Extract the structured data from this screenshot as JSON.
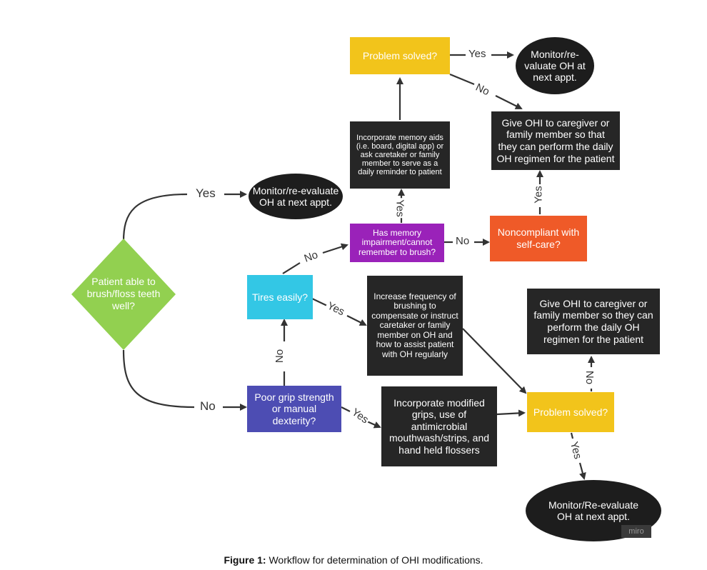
{
  "nodes": {
    "start": "Patient able to brush/floss teeth well?",
    "monitor_top_left": "Monitor/re-evaluate OH at next appt.",
    "problem_solved_top": "Problem solved?",
    "monitor_top_right": "Monitor/re-valuate OH at next appt.",
    "memory_aids": "Incorporate memory aids (i.e. board, digital app) or ask caretaker or family member to serve as a daily reminder to patient",
    "ohi_caregiver_top": "Give OHI to caregiver or family member so that they can perform the daily OH regimen for the patient",
    "memory_impairment": "Has memory impairment/cannot remember to brush?",
    "noncompliant": "Noncompliant with self-care?",
    "tires_easily": "Tires easily?",
    "increase_frequency": "Increase frequency of brushing to compensate or instruct caretaker or family member on OH and how to assist patient with OH regularly",
    "ohi_caregiver_right": "Give OHI to caregiver or family member so they can perform the daily OH regimen for the patient",
    "poor_grip": "Poor grip strength or manual dexterity?",
    "modified_grips": "Incorporate modified grips, use of antimicrobial mouthwash/strips, and hand held flossers",
    "problem_solved_bottom": "Problem solved?",
    "monitor_bottom": "Monitor/Re-evaluate OH at next appt."
  },
  "labels": {
    "yes": "Yes",
    "no": "No"
  },
  "watermark": "miro",
  "caption": {
    "prefix": "Figure 1:",
    "text": "Workflow for determination of OHI modifications."
  },
  "colors": {
    "dark": "#262626",
    "yellow": "#f2c41b",
    "purple": "#9a22b9",
    "orange": "#ef5a28",
    "blue": "#4d4db3",
    "cyan": "#33c7e5",
    "green": "#92d050"
  }
}
